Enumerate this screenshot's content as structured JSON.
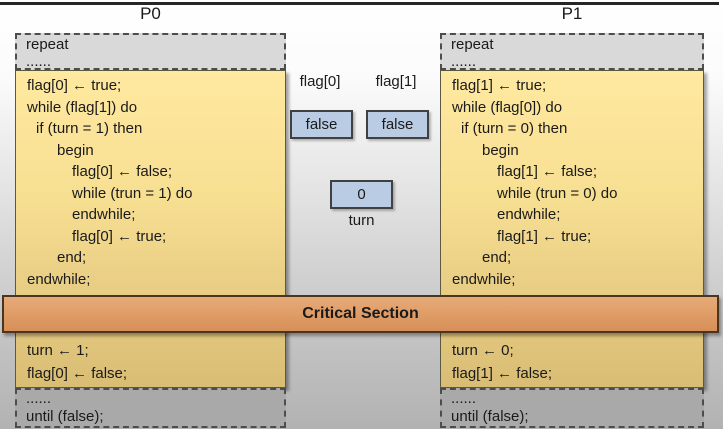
{
  "p0": {
    "title": "P0",
    "repeat": [
      "repeat",
      "......"
    ],
    "code": [
      "flag[0] ← true;",
      "while (flag[1]) do",
      "if (turn = 1) then",
      "begin",
      "flag[0] ← false;",
      "while (trun = 1) do",
      "endwhile;",
      "flag[0] ← true;",
      "end;",
      "endwhile;"
    ],
    "post": [
      "turn ← 1;",
      "flag[0] ← false;"
    ],
    "until": [
      "......",
      "until (false);"
    ]
  },
  "p1": {
    "title": "P1",
    "repeat": [
      "repeat",
      "......"
    ],
    "code": [
      "flag[1] ← true;",
      "while (flag[0]) do",
      "if (turn = 0) then",
      "begin",
      "flag[1] ← false;",
      "while (trun = 0) do",
      "endwhile;",
      "flag[1] ← true;",
      "end;",
      "endwhile;"
    ],
    "post": [
      "turn ← 0;",
      "flag[1] ← false;"
    ],
    "until": [
      "......",
      "until (false);"
    ]
  },
  "shared_variables": {
    "flag0": {
      "label": "flag[0]",
      "value": "false"
    },
    "flag1": {
      "label": "flag[1]",
      "value": "false"
    },
    "turn": {
      "label": "turn",
      "value": "0"
    }
  },
  "critical_section_label": "Critical Section",
  "colors": {
    "code_box_top": "#ffe9a0",
    "code_box_bottom": "#d9bd74",
    "repeat_box": "#d9d9d9",
    "until_box": "#a9a9a9",
    "variable_box": "#b9cce4",
    "critical_section": "#df9b65",
    "top_rule": "#262626"
  }
}
